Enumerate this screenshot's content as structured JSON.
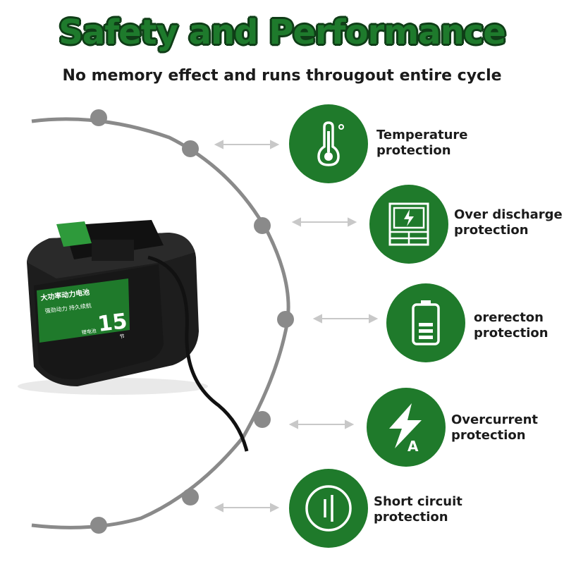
{
  "header": {
    "title": "Safety and Performance",
    "subtitle": "No memory effect and runs througout entire cycle"
  },
  "product": {
    "label_line1": "大功率动力电池",
    "label_line2": "强劲动力 持久续航",
    "capacity": "15",
    "capacity_unit": "节",
    "label_side": "锂电池"
  },
  "features": [
    {
      "icon": "thermometer-icon",
      "line1": "Temperature",
      "line2": "protection"
    },
    {
      "icon": "over-discharge-icon",
      "line1": "Over discharge",
      "line2": "protection"
    },
    {
      "icon": "battery-icon",
      "line1": "orerecton",
      "line2": "protection"
    },
    {
      "icon": "lightning-ampere-icon",
      "line1": "Overcurrent",
      "line2": "protection"
    },
    {
      "icon": "short-circuit-icon",
      "line1": "Short circuit",
      "line2": "protection"
    }
  ],
  "colors": {
    "brand_green": "#1f7a2b",
    "arc_gray": "#8a8a8a"
  }
}
